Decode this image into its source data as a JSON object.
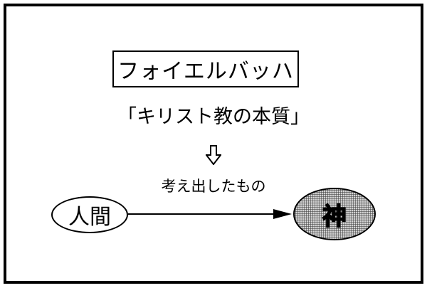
{
  "title": "フォイエルバッハ",
  "book": "「キリスト教の本質」",
  "relation": "考え出したもの",
  "source_node": "人間",
  "target_node": "神",
  "icons": {
    "down_arrow": "hollow-down-arrow-icon",
    "relation_arrow": "right-arrow-icon"
  },
  "colors": {
    "ink": "#000000",
    "background": "#ffffff",
    "target_fill": "#a8a8a8"
  }
}
